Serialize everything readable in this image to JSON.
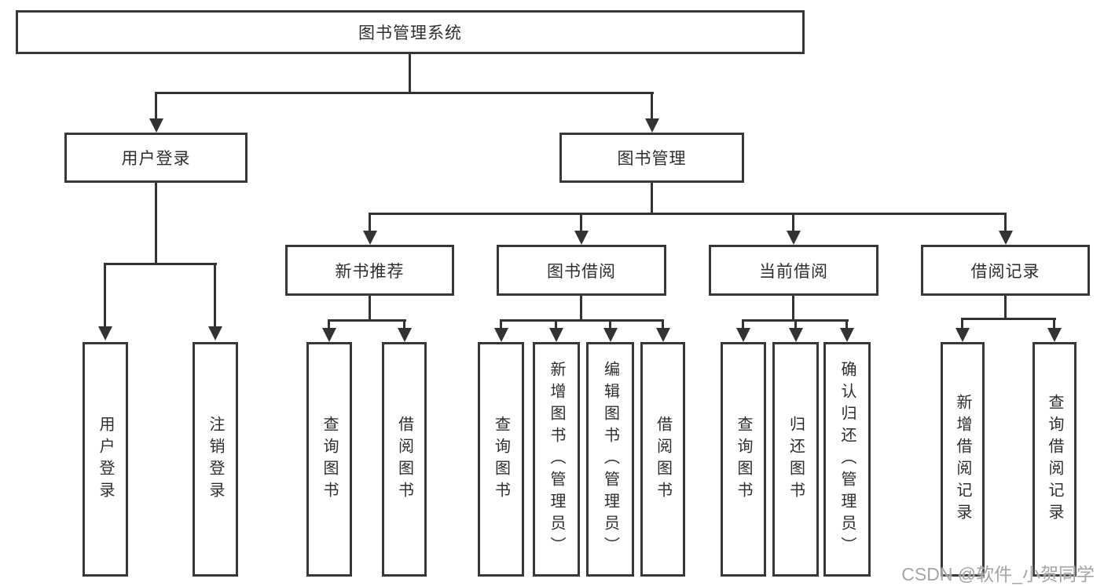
{
  "title": "图书管理系统",
  "watermark": "CSDN @软件_小贺同学",
  "colors": {
    "line": "#333333",
    "border": "#383838",
    "text": "#2e2e2e",
    "watermark": "#a5a5a5",
    "background": "#ffffff"
  },
  "chart_data": {
    "type": "tree-diagram",
    "title": "图书管理系统"
  },
  "tree": {
    "root": "图书管理系统",
    "children": {
      "user_login": {
        "label": "用户登录",
        "leaves": [
          "用户登录",
          "注销登录"
        ]
      },
      "book_mgmt": {
        "label": "图书管理",
        "children": {
          "new_books": {
            "label": "新书推荐",
            "leaves": [
              "查询图书",
              "借阅图书"
            ]
          },
          "book_borrow": {
            "label": "图书借阅",
            "leaves": [
              "查询图书",
              "新增图书（管理员）",
              "编辑图书（管理员）",
              "借阅图书"
            ]
          },
          "current_borrow": {
            "label": "当前借阅",
            "leaves": [
              "查询图书",
              "归还图书",
              "确认归还（管理员）"
            ]
          },
          "borrow_records": {
            "label": "借阅记录",
            "leaves": [
              "新增借阅记录",
              "查询借阅记录"
            ]
          }
        }
      }
    }
  }
}
